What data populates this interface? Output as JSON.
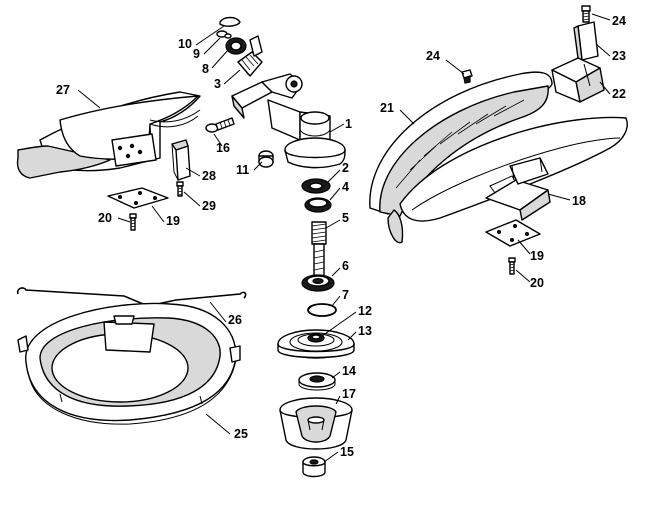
{
  "callouts": [
    {
      "id": "c1",
      "label": "1"
    },
    {
      "id": "c2",
      "label": "2"
    },
    {
      "id": "c3",
      "label": "3"
    },
    {
      "id": "c4",
      "label": "4"
    },
    {
      "id": "c5",
      "label": "5"
    },
    {
      "id": "c6",
      "label": "6"
    },
    {
      "id": "c7",
      "label": "7"
    },
    {
      "id": "c8",
      "label": "8"
    },
    {
      "id": "c9",
      "label": "9"
    },
    {
      "id": "c10",
      "label": "10"
    },
    {
      "id": "c11",
      "label": "11"
    },
    {
      "id": "c12",
      "label": "12"
    },
    {
      "id": "c13",
      "label": "13"
    },
    {
      "id": "c14",
      "label": "14"
    },
    {
      "id": "c15",
      "label": "15"
    },
    {
      "id": "c16",
      "label": "16"
    },
    {
      "id": "c17",
      "label": "17"
    },
    {
      "id": "c18",
      "label": "18"
    },
    {
      "id": "c19a",
      "label": "19"
    },
    {
      "id": "c19b",
      "label": "19"
    },
    {
      "id": "c20a",
      "label": "20"
    },
    {
      "id": "c20b",
      "label": "20"
    },
    {
      "id": "c21",
      "label": "21"
    },
    {
      "id": "c22",
      "label": "22"
    },
    {
      "id": "c23",
      "label": "23"
    },
    {
      "id": "c24a",
      "label": "24"
    },
    {
      "id": "c24b",
      "label": "24"
    },
    {
      "id": "c25",
      "label": "25"
    },
    {
      "id": "c26",
      "label": "26"
    },
    {
      "id": "c27",
      "label": "27"
    },
    {
      "id": "c28",
      "label": "28"
    },
    {
      "id": "c29",
      "label": "29"
    }
  ]
}
